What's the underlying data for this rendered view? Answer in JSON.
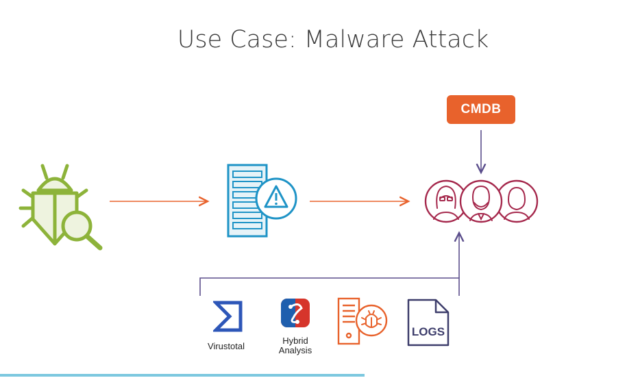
{
  "title": "Use Case: Malware Attack",
  "cmdb": {
    "label": "CMDB"
  },
  "tools": [
    {
      "name": "virustotal",
      "label": "Virustotal"
    },
    {
      "name": "hybrid-analysis",
      "label_line1": "Hybrid",
      "label_line2": "Analysis"
    },
    {
      "name": "malware-server",
      "label": ""
    },
    {
      "name": "logs",
      "label": "LOGS"
    }
  ],
  "colors": {
    "title": "#3a3a3a",
    "bug": "#8db33a",
    "arrow_orange": "#e8622c",
    "server_blue": "#1e93c6",
    "team_red": "#a5284c",
    "connector_purple": "#5b4e8c",
    "virustotal_blue": "#2d56b8",
    "logs_navy": "#3d3d6b",
    "accent_bar": "#7cc8df"
  }
}
